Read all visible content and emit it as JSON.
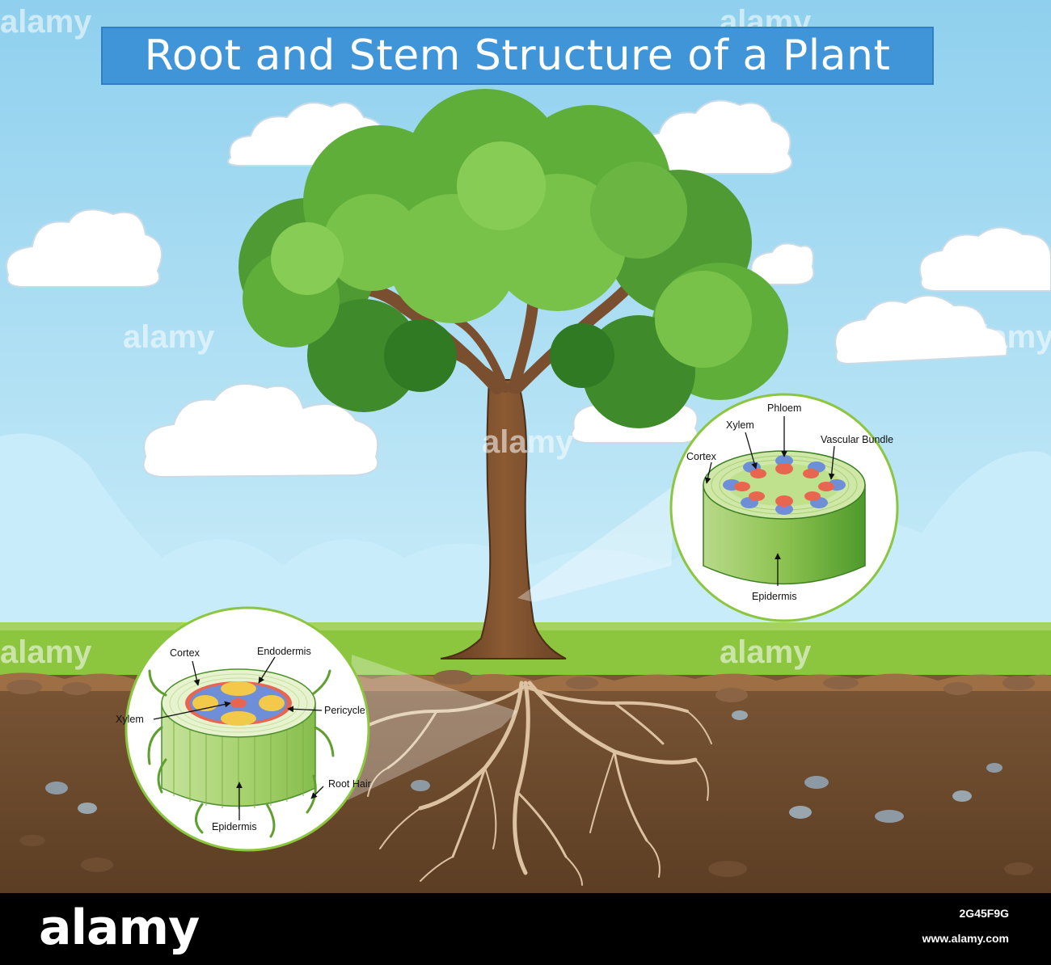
{
  "title": "Root and Stem Structure of a Plant",
  "stem_section": {
    "labels": {
      "xylem": "Xylem",
      "phloem": "Phloem",
      "vascular_bundle": "Vascular Bundle",
      "cortex": "Cortex",
      "epidermis": "Epidermis"
    }
  },
  "root_section": {
    "labels": {
      "cortex": "Cortex",
      "endodermis": "Endodermis",
      "xylem": "Xylem",
      "pericycle": "Pericycle",
      "root_hair": "Root Hair",
      "epidermis": "Epidermis"
    }
  },
  "watermark": "alamy",
  "footer": {
    "logo": "alamy",
    "image_id": "2G45F9G",
    "url": "www.alamy.com"
  },
  "colors": {
    "sky": "#a7dcf1",
    "title_bar": "#3f95d8",
    "grass": "#8cc63f",
    "soil": "#6b4a2e",
    "foliage": "#6bb643",
    "trunk": "#7a4f2f"
  }
}
